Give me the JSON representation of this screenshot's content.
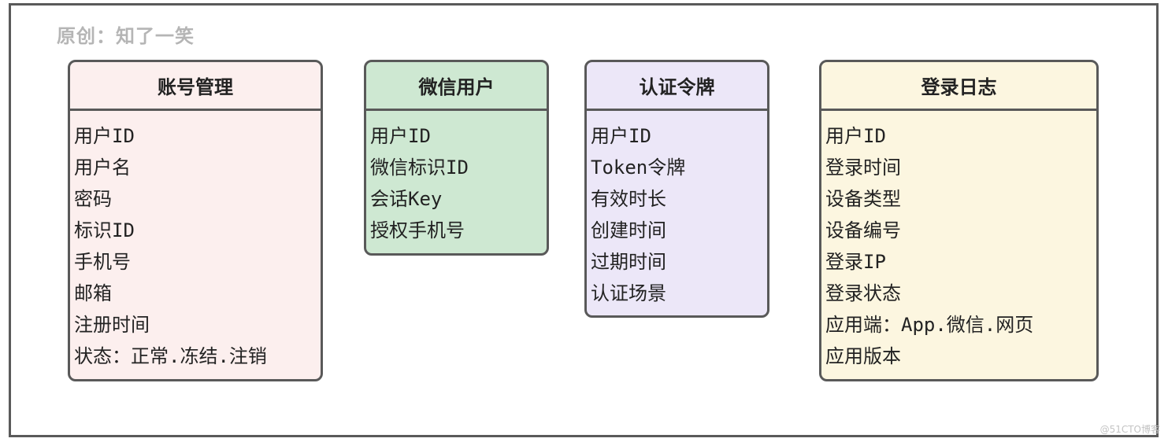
{
  "author": "原创：知了一笑",
  "entities": [
    {
      "title": "账号管理",
      "fields": [
        "用户ID",
        "用户名",
        "密码",
        "标识ID",
        "手机号",
        "邮箱",
        "注册时间",
        "状态：正常.冻结.注销"
      ]
    },
    {
      "title": "微信用户",
      "fields": [
        "用户ID",
        "微信标识ID",
        "会话Key",
        "授权手机号"
      ]
    },
    {
      "title": "认证令牌",
      "fields": [
        "用户ID",
        "Token令牌",
        "有效时长",
        "创建时间",
        "过期时间",
        "认证场景"
      ]
    },
    {
      "title": "登录日志",
      "fields": [
        "用户ID",
        "登录时间",
        "设备类型",
        "设备编号",
        "登录IP",
        "登录状态",
        "应用端：App.微信.网页",
        "应用版本"
      ]
    }
  ],
  "watermark": "@51CTO博客",
  "colors": {
    "border": "#595959",
    "account_fill": "#fcefee",
    "wechat_fill": "#cee8d2",
    "token_fill": "#ece7f8",
    "log_fill": "#fcf6e0"
  }
}
